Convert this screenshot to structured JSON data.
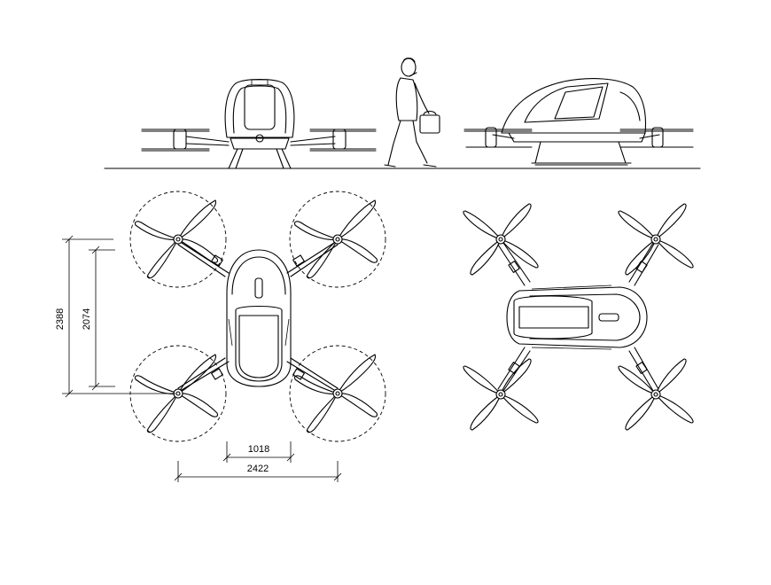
{
  "dimensions": {
    "overall_width": "2422",
    "body_width": "1018",
    "overall_length": "2388",
    "rotor_spacing": "2074"
  }
}
